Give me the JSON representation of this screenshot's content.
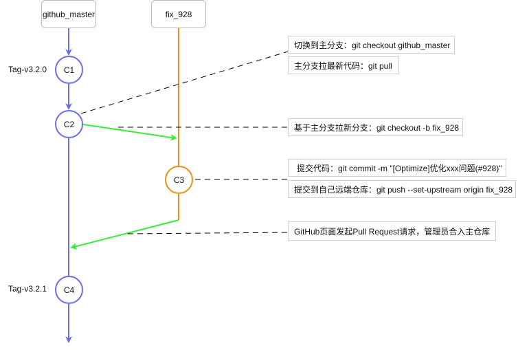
{
  "branches": {
    "master": "github_master",
    "fix": "fix_928"
  },
  "commits": {
    "c1": "C1",
    "c2": "C2",
    "c3": "C3",
    "c4": "C4"
  },
  "tags": {
    "t1": "Tag-v3.2.0",
    "t2": "Tag-v3.2.1"
  },
  "notes": {
    "checkout_master": "切换到主分支：git checkout github_master",
    "pull": "主分支拉最新代码：git pull",
    "new_branch": "基于主分支拉新分支：git checkout -b fix_928",
    "commit": "提交代码：git commit -m \"[Optimize]优化xxx问题(#928)\"",
    "push": "提交到自己远端仓库：git push --set-upstream origin fix_928",
    "pr": "GitHub页面发起Pull Request请求，管理员合入主仓库"
  },
  "colors": {
    "master_line": "#6a6af0",
    "fix_line": "#f08c0f",
    "merge_arrow": "#33ee33",
    "dashed": "#000000"
  }
}
